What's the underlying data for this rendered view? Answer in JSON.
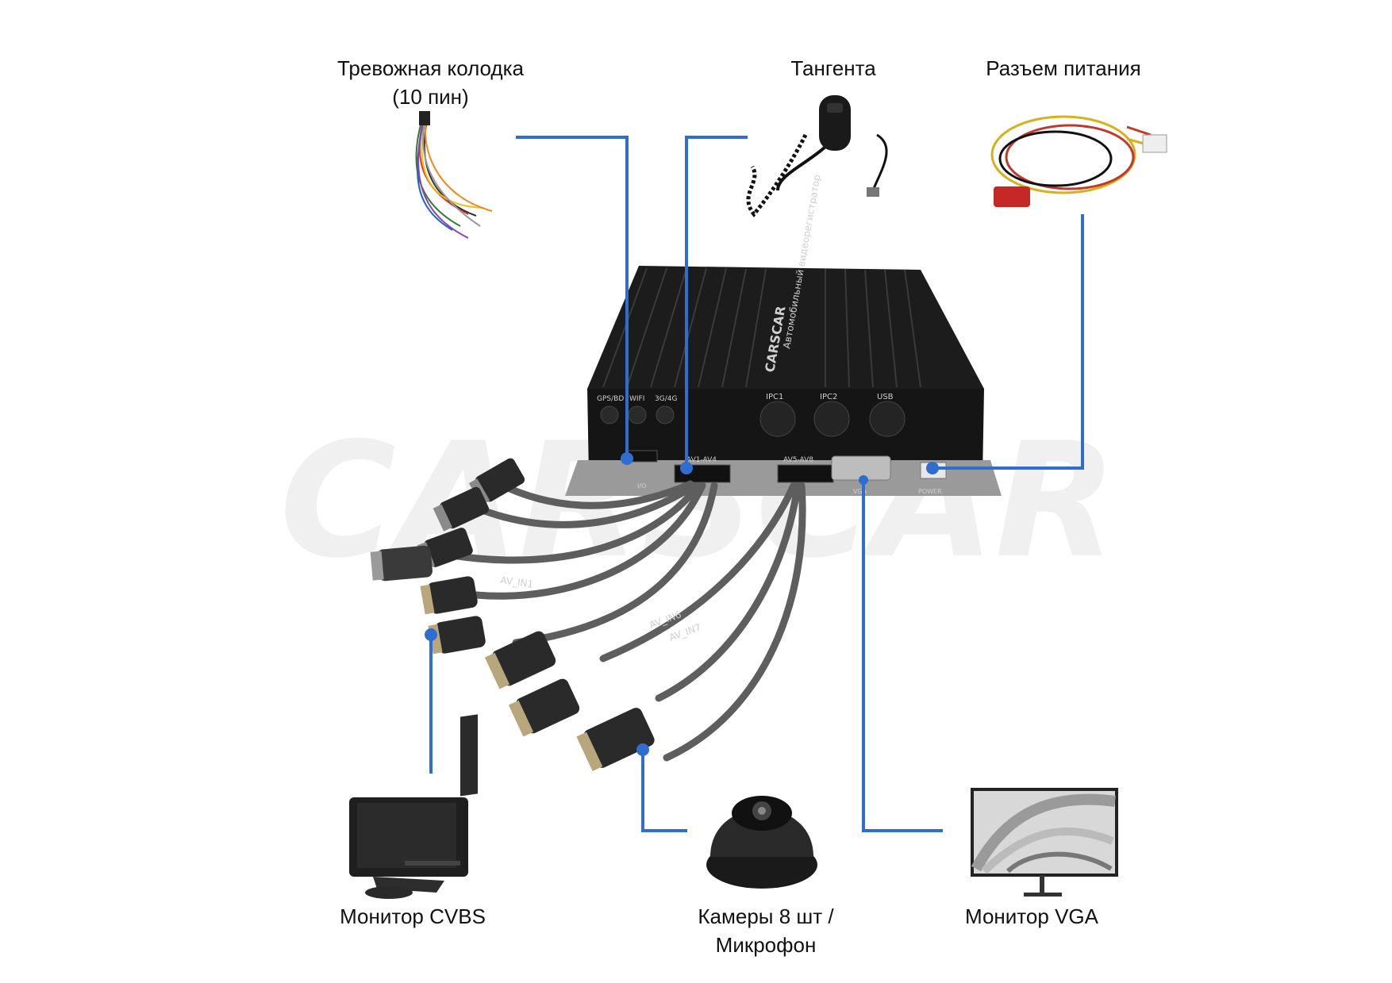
{
  "labels": {
    "alarm_block_line1": "Тревожная колодка",
    "alarm_block_line2": "(10 пин)",
    "ptt": "Тангента",
    "power_connector": "Разъем питания",
    "monitor_cvbs": "Монитор CVBS",
    "cameras_line1": "Камеры 8 шт /",
    "cameras_line2": "Микрофон",
    "monitor_vga": "Монитор VGA"
  },
  "device": {
    "brand": "CARSCAR",
    "side_text": "Автомобильный видеорегистратор",
    "ports_top": [
      "GPS/BD",
      "WIFI",
      "3G/4G",
      "IPC1",
      "IPC2",
      "USB"
    ],
    "ports_bottom": [
      "I/O",
      "AV1-AV4",
      "AV5-AV8",
      "VGA",
      "POWER"
    ],
    "cable_tags": [
      "AV_IN1",
      "AV_IN6",
      "AV_IN7"
    ]
  },
  "watermark": "CARSCAR",
  "colors": {
    "connector_line": "#2f6ecf",
    "device_body": "#1c1c1c",
    "cable": "#555555",
    "watermark": "#f0f0f0"
  }
}
